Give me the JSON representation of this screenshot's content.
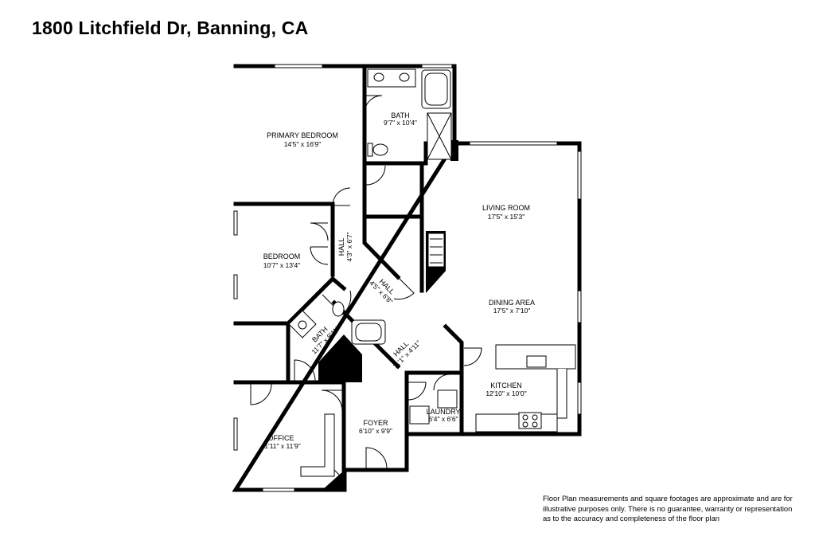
{
  "header": {
    "address": "1800 Litchfield Dr, Banning, CA"
  },
  "rooms": {
    "primary_bedroom": {
      "name": "PRIMARY BEDROOM",
      "dims": "14'5\" x 16'9\""
    },
    "bath_primary": {
      "name": "BATH",
      "dims": "9'7\" x 10'4\""
    },
    "living_room": {
      "name": "LIVING ROOM",
      "dims": "17'5\" x 15'3\""
    },
    "bedroom": {
      "name": "BEDROOM",
      "dims": "10'7\" x 13'4\""
    },
    "hall_upper": {
      "name": "HALL",
      "dims": "4'3\" x 6'7\""
    },
    "hall_diagonal": {
      "name": "HALL",
      "dims": "4'5\" x 6'8\""
    },
    "dining_area": {
      "name": "DINING AREA",
      "dims": "17'5\" x 7'10\""
    },
    "bath_hall": {
      "name": "BATH",
      "dims": "11'7\" x 9'11\""
    },
    "hall_lower": {
      "name": "HALL",
      "dims": "11'1\" x 4'11\""
    },
    "kitchen": {
      "name": "KITCHEN",
      "dims": "12'10\" x 10'0\""
    },
    "laundry": {
      "name": "LAUNDRY",
      "dims": "6'4\" x 6'6\""
    },
    "foyer": {
      "name": "FOYER",
      "dims": "6'10\" x 9'9\""
    },
    "office": {
      "name": "OFFICE",
      "dims": "11'11\" x 11'9\""
    }
  },
  "disclaimer": {
    "line1": "Floor Plan measurements and square footages are approximate and are for",
    "line2": "illustrative purposes only. There is no guarantee, warranty or representation",
    "line3": "as to the accuracy and completeness of the floor plan"
  }
}
